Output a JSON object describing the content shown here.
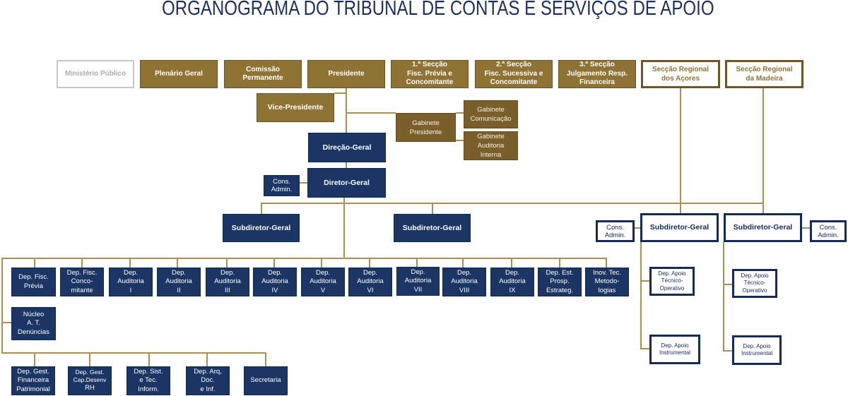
{
  "title": "ORGANOGRAMA DO TRIBUNAL DE CONTAS E SERVIÇOS DE APOIO",
  "colors": {
    "title_navy": "#1d2f5e",
    "navy": "#1b3565",
    "navy_dark": "#15295a",
    "gold": "#8f7334",
    "gold_dark": "#7a5f2a",
    "connector": "#a8904f",
    "muted_gray": "#acacac",
    "muted_border": "#c9c9c9"
  },
  "tribunal": {
    "ministerio_publico": "Ministério Público",
    "plenario_geral": "Plenário Geral",
    "comissao_permanente": "Comissão\nPermanente",
    "presidente": "Presidente",
    "seccoes": [
      "1.ª Secção\nFisc. Prévia e\nConcomitante",
      "2.ª Secção\nFisc. Sucessiva e\nConcomitante",
      "3.ª Secção\nJulgamento Resp.\nFinanceira"
    ],
    "seccao_regional_acores": "Secção Regional\ndos Açores",
    "seccao_regional_madeira": "Secção Regional\nda Madeira",
    "vice_presidente": "Vice-Presidente"
  },
  "gabinetes": {
    "presidente": "Gabinete\nPresidente",
    "comunicacao": "Gabinete\nComunicação",
    "auditoria_interna": "Gabinete\nAuditoria\nInterna"
  },
  "direcao_geral": {
    "direcao_geral": "Direção-Geral",
    "diretor_geral": "Diretor-Geral",
    "cons_admin": "Cons.\nAdmin.",
    "subdiretores": [
      "Subdiretor-Geral",
      "Subdiretor-Geral"
    ],
    "departamentos": [
      "Dep. Fisc.\nPrévia",
      "Dep. Fisc.\nConco-\nmitante",
      "Dep.\nAuditoria\nI",
      "Dep.\nAuditoria\nII",
      "Dep.\nAuditoria\nIII",
      "Dep.\nAuditoria\nIV",
      "Dep.\nAuditoria\nV",
      "Dep.\nAuditoria\nVI",
      "Dep.\nAuditoria\nVII",
      "Dep.\nAuditoria\nVIII",
      "Dep.\nAuditoria\nIX",
      "Dep. Est.\nProsp.\nEstrateg.",
      "Inov. Tec.\nMetodo-\nlogias"
    ],
    "nucleo": "Núcleo\nA. T.\nDenúncias",
    "servicos_apoio": [
      {
        "label": "Dep. Gest.\nFinanceira\nPatrimonial"
      },
      {
        "label_small": "Dep. Gest.\nCap.Desenv",
        "label": "RH"
      },
      {
        "label": "Dep. Sist.\ne Tec.\nInform."
      },
      {
        "label": "Dep. Arq,\nDoc.\ne Inf."
      },
      {
        "label": "Secretaria"
      }
    ]
  },
  "regional": {
    "acores": {
      "cons_admin": "Cons.\nAdmin.",
      "subdiretor_geral": "Subdiretor-Geral",
      "dep_apoio_tecnico_operativo": "Dep. Apoio\nTécnico-\nOperativo",
      "dep_apoio_instrumental": "Dep. Apoio\nInstrumental"
    },
    "madeira": {
      "cons_admin": "Cons.\nAdmin.",
      "subdiretor_geral": "Subdiretor-Geral",
      "dep_apoio_tecnico_operativo": "Dep. Apoio\nTécnico-\nOperativo",
      "dep_apoio_instrumental": "Dep. Apoio\nInstrumental"
    }
  }
}
